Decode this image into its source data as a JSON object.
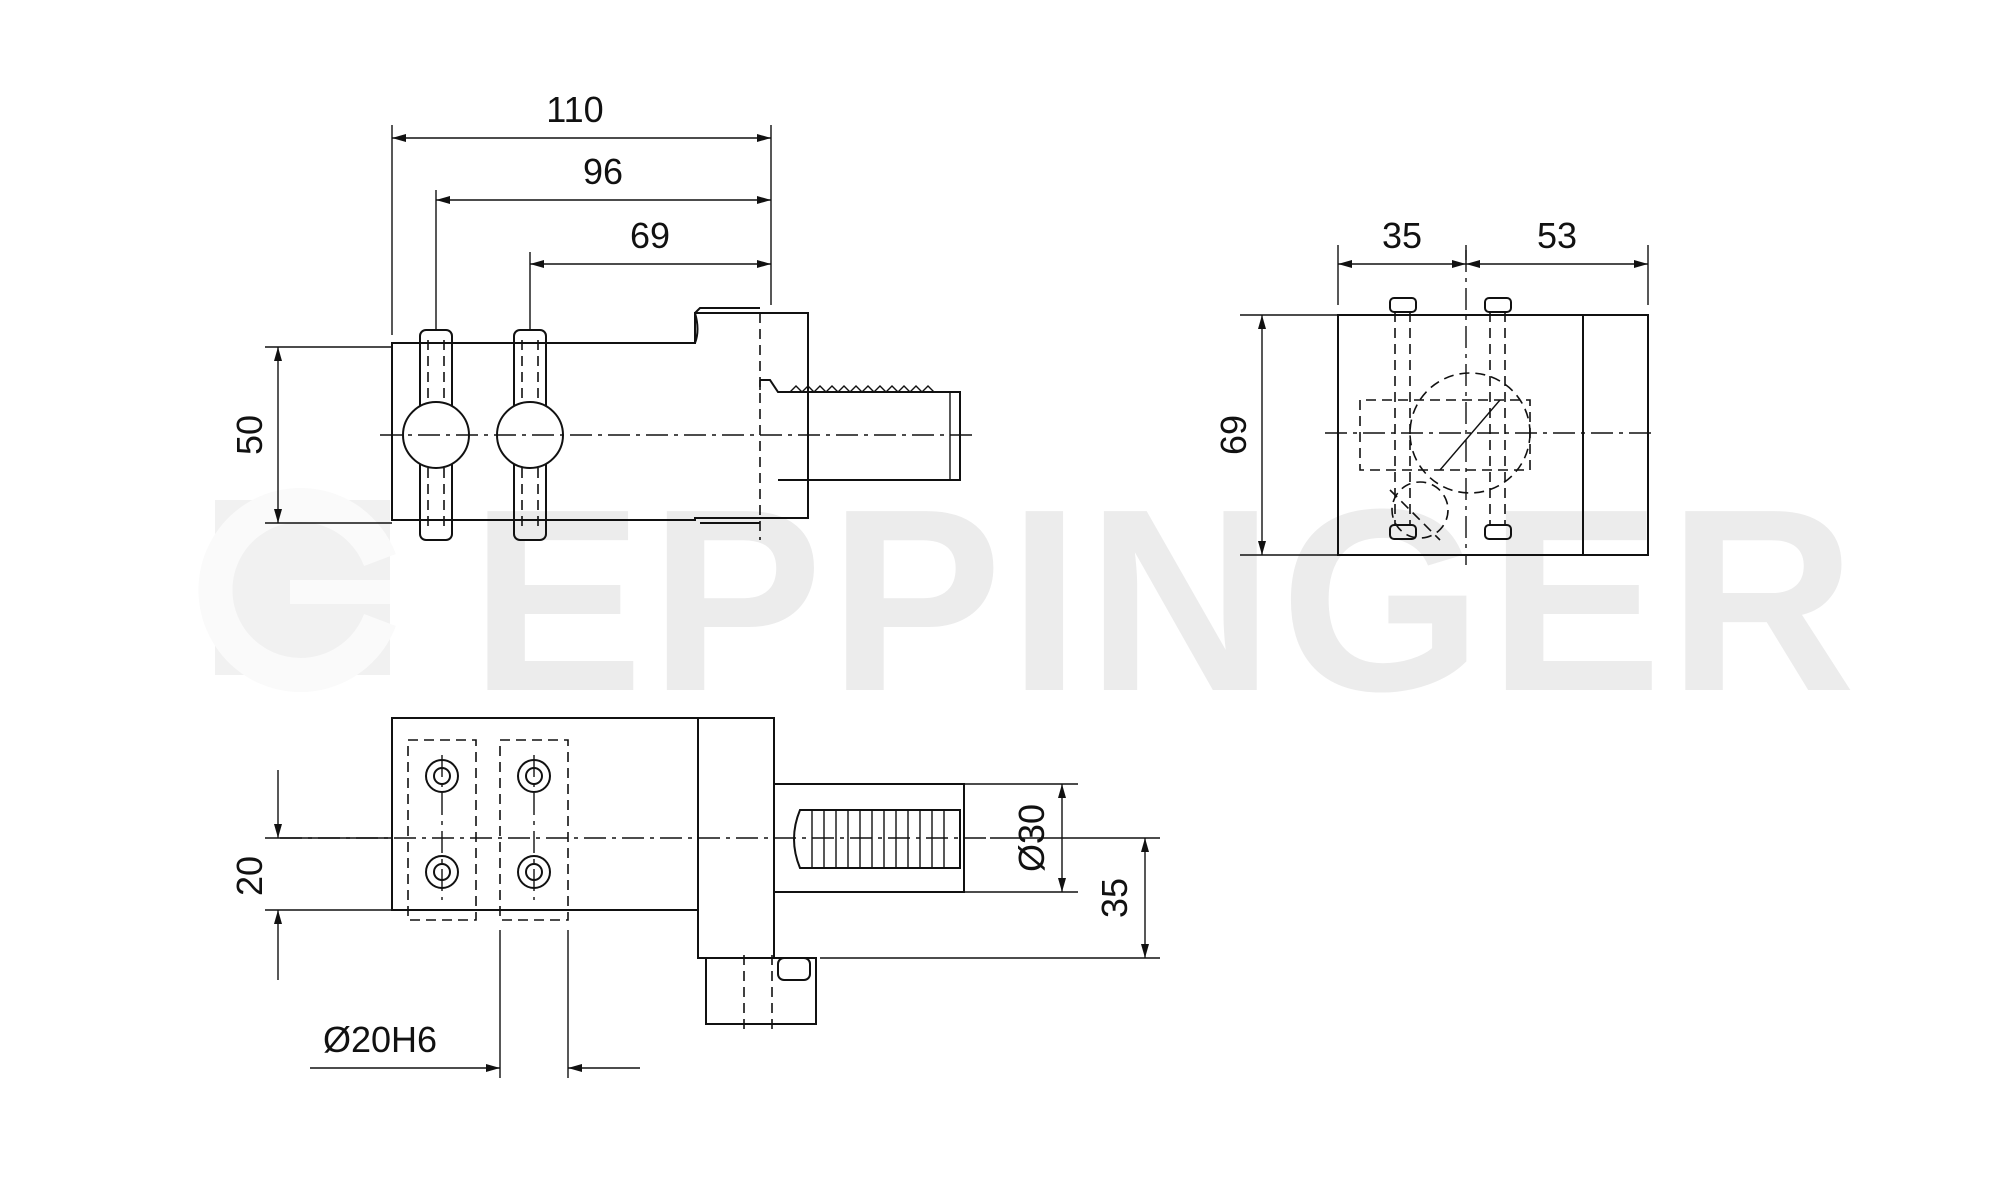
{
  "watermark": {
    "brand": "EPPINGER"
  },
  "dimensions": {
    "length_110": "110",
    "length_96": "96",
    "length_69_top": "69",
    "height_50": "50",
    "side_35": "35",
    "side_53": "53",
    "side_69": "69",
    "bottom_20": "20",
    "bottom_dia30": "Ø30",
    "bottom_35": "35",
    "bottom_dia20h6": "Ø20H6"
  }
}
